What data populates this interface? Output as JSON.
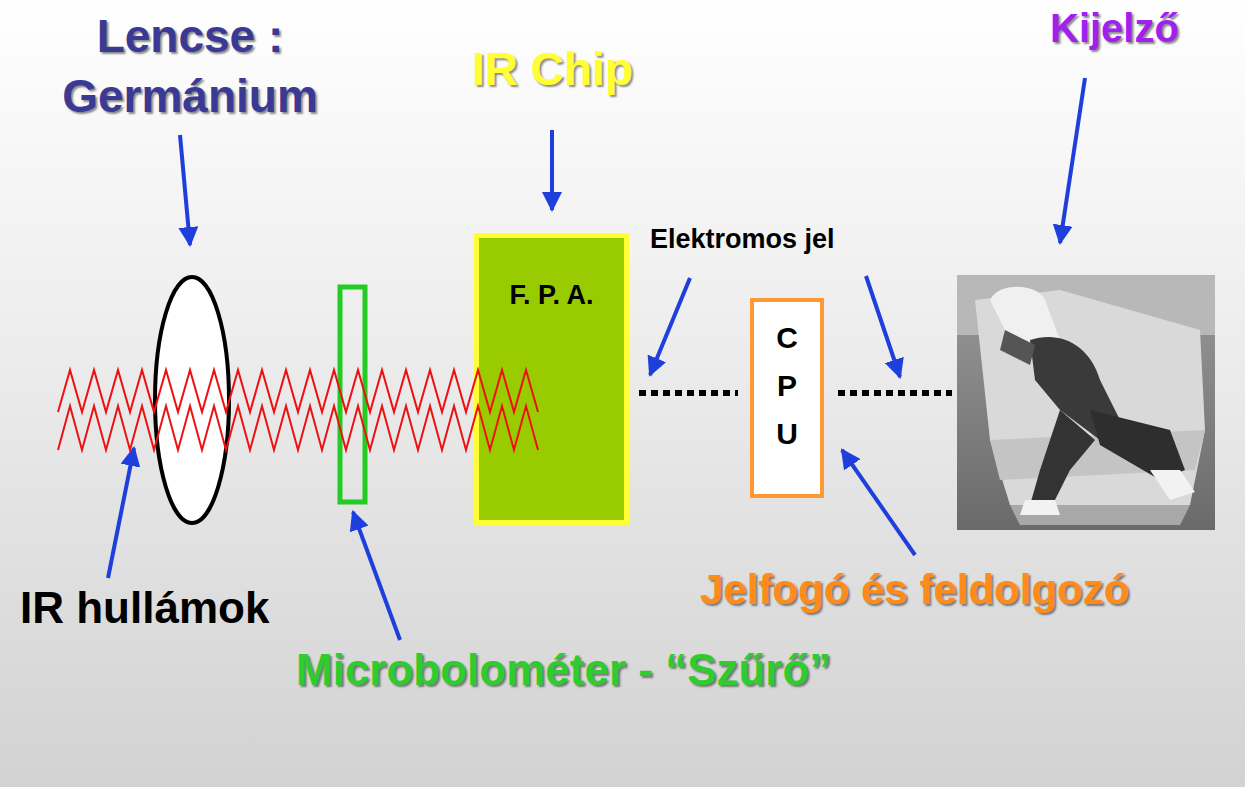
{
  "diagram": {
    "nodes": [
      {
        "text": [
          "F. P. A."
        ]
      },
      {
        "text": [
          "C P U"
        ]
      }
    ],
    "edges": [
      {
        "from": 0,
        "to": 1,
        "arrow": "none"
      }
    ],
    "labels": [
      "Lencse : Germánium",
      "IR Chip",
      "Kijelző",
      "Elektromos jel",
      "IR hullámok",
      "Jelfogó és feldolgozó",
      "Microbolométer - “Szűrő”"
    ]
  }
}
